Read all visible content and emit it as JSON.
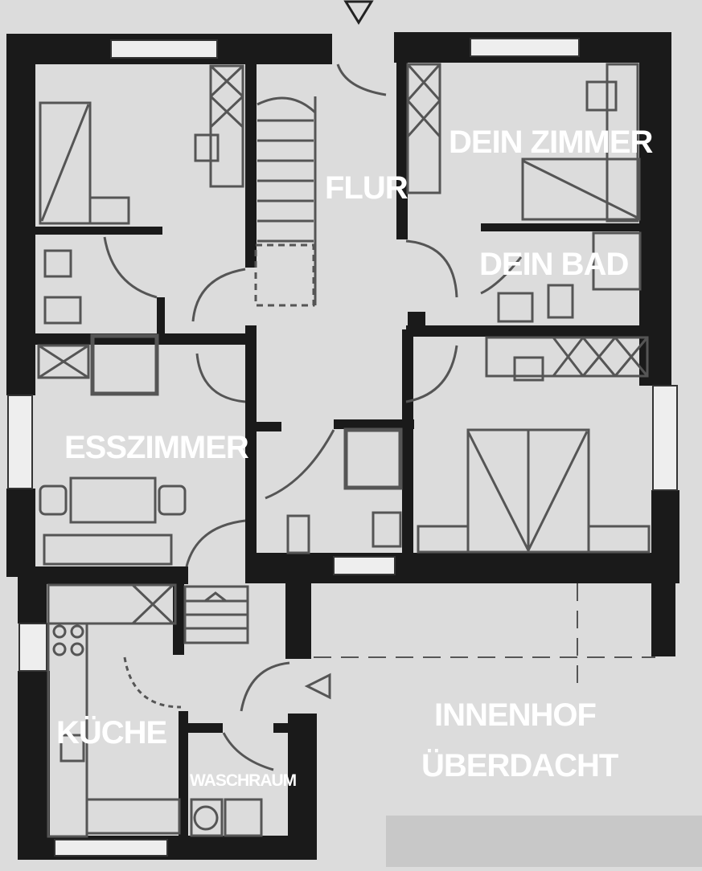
{
  "colors": {
    "paper": "#dcdcdc",
    "wall": "#1a1a1a",
    "furniture": "#555555",
    "label": "#ffffff"
  },
  "rooms": {
    "flur": "FLUR",
    "dein_zimmer": "DEIN ZIMMER",
    "dein_bad": "DEIN BAD",
    "esszimmer": "ESSZIMMER",
    "kueche": "KÜCHE",
    "waschraum": "WASCHRAUM",
    "innenhof_line1": "INNENHOF",
    "innenhof_line2": "ÜBERDACHT"
  }
}
